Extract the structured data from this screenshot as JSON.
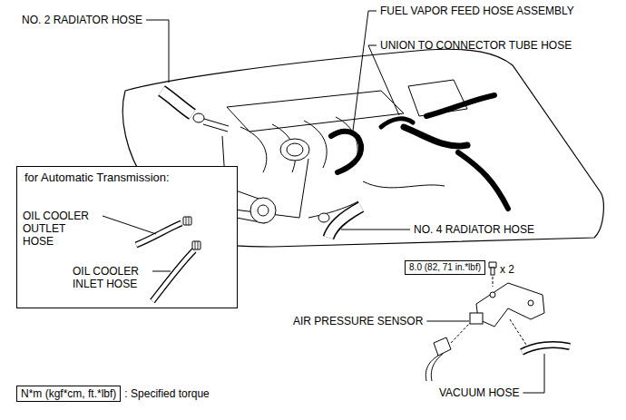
{
  "diagram": {
    "nodes": [
      {
        "text": [
          "for Automatic Transmission:"
        ]
      },
      {
        "text": [
          "8.0 (82, 71 in.*lbf)"
        ]
      },
      {
        "text": [
          "N*m (kgf*cm, ft.*lbf)",
          ": Specified torque"
        ]
      }
    ],
    "labels": [
      "NO. 2 RADIATOR HOSE",
      "FUEL VAPOR FEED HOSE ASSEMBLY",
      "UNION TO CONNECTOR TUBE HOSE",
      "OIL COOLER OUTLET HOSE",
      "OIL COOLER INLET HOSE",
      "NO. 4 RADIATOR HOSE",
      "x 2",
      "AIR PRESSURE SENSOR",
      "VACUUM HOSE"
    ]
  }
}
